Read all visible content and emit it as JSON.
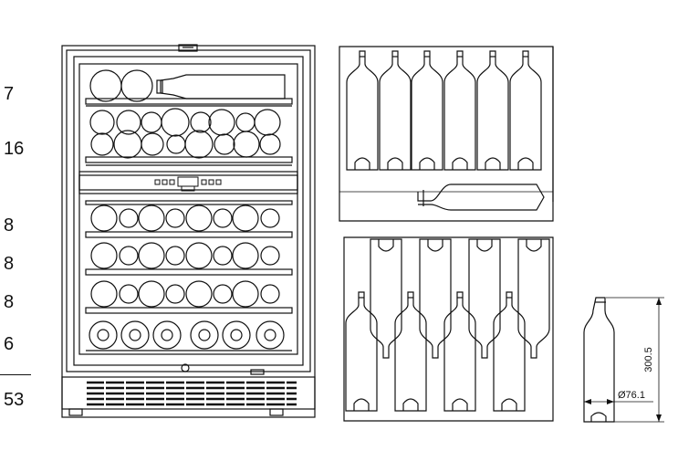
{
  "shelf_counts": [
    "7",
    "16",
    "8",
    "8",
    "8",
    "6"
  ],
  "total_count": "53",
  "dimensions": {
    "bottle_height": "300.5",
    "bottle_diameter": "Ø76.1"
  },
  "colors": {
    "line": "#111111",
    "background": "#ffffff"
  }
}
